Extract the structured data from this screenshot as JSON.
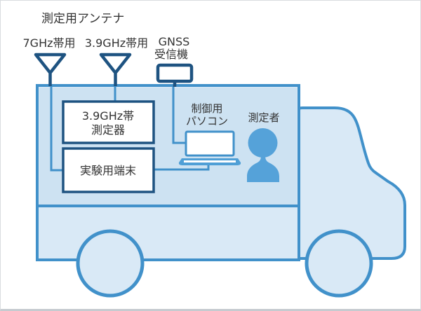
{
  "figure": {
    "title_label": "測定用アンテナ",
    "antennas": {
      "left_label": "7GHz帯用",
      "right_label": "3.9GHz帯用"
    },
    "gnss": {
      "label_line1": "GNSS",
      "label_line2": "受信機"
    },
    "equipment": {
      "measurement_box_line1": "3.9GHz帯",
      "measurement_box_line2": "測定器",
      "terminal_box_label": "実験用端末"
    },
    "pc": {
      "label_line1": "制御用",
      "label_line2": "パソコン"
    },
    "person_label": "測定者",
    "colors": {
      "device_border_navy": "#1e5381",
      "vehicle_outline_blue": "#4191ca",
      "vehicle_fill": "#d9e9f6",
      "equipment_bay_fill": "#cde2f2",
      "person_fill": "#55a2d9",
      "text": "#333333",
      "background": "#ffffff"
    }
  }
}
